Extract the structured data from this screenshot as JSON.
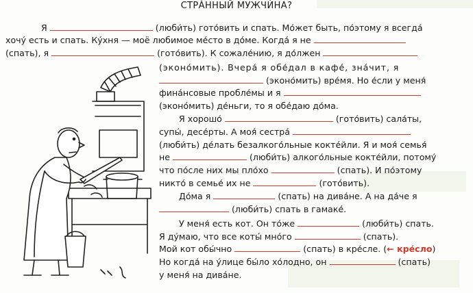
{
  "title": "СТРА́ННЫЙ МУЖЧИ́НА?",
  "lines": [
    {
      "a": "Я",
      "b": "(люби́ть) гото́вить и спать. Мо́жет быть, по́этому я всегда́"
    },
    {
      "a": "хочу́ есть и спать. Ку́хня — моё любимое ме́сто в до́ме. Когда́ я не"
    },
    {
      "a": "(спать), я",
      "b": "(гото́вить). К сожале́нию, я до́лжен"
    },
    {
      "a": "(эконо́мить). Вчера́ я обе́дал в кафе́, зна́чит, я"
    },
    {
      "a": "(эконо́мить) вре́мя. Но е́сли у меня́"
    },
    {
      "a": "фина́нсовые пробле́мы и я"
    },
    {
      "a": "(эконо́мить) де́ньги, то я обе́даю до́ма."
    },
    {
      "a": "Я хорошо́",
      "b": "(гото́вить) сала́ты,"
    },
    {
      "a": "супы́, десе́рты. А моя́ сестра́"
    },
    {
      "a": "(люби́ть) де́лать безалкого́льные кокте́йли. Я и моя́ семья́"
    },
    {
      "a": "не",
      "b": "(люби́ть) алкого́льные кокте́йли, потому́"
    },
    {
      "a": "что по́сле них мы пло́хо",
      "b": "(спать). И по́этому"
    },
    {
      "a": "никто́ в семье́ их не",
      "b": "(гото́вить)."
    },
    {
      "a": "До́ма я",
      "b": "(спать) на дива́не. А на да́че я"
    },
    {
      "a": "(люби́ть) спать в гамаке́."
    },
    {
      "a": "У меня́ есть кот. Он то́же",
      "b": "(люби́ть) спать."
    },
    {
      "a": "Я ду́маю, что все коты́ мно́го",
      "b": "(спать)."
    },
    {
      "a": "Мой кот обы́чно",
      "b": "(спать) в кре́сле. (",
      "c": "← кре́сло",
      "d": ")"
    },
    {
      "a": "Но когда́ на у́лице бы́ло хо́лодно, он",
      "b": "(спать)"
    },
    {
      "a": "у меня́ на дива́не."
    }
  ]
}
